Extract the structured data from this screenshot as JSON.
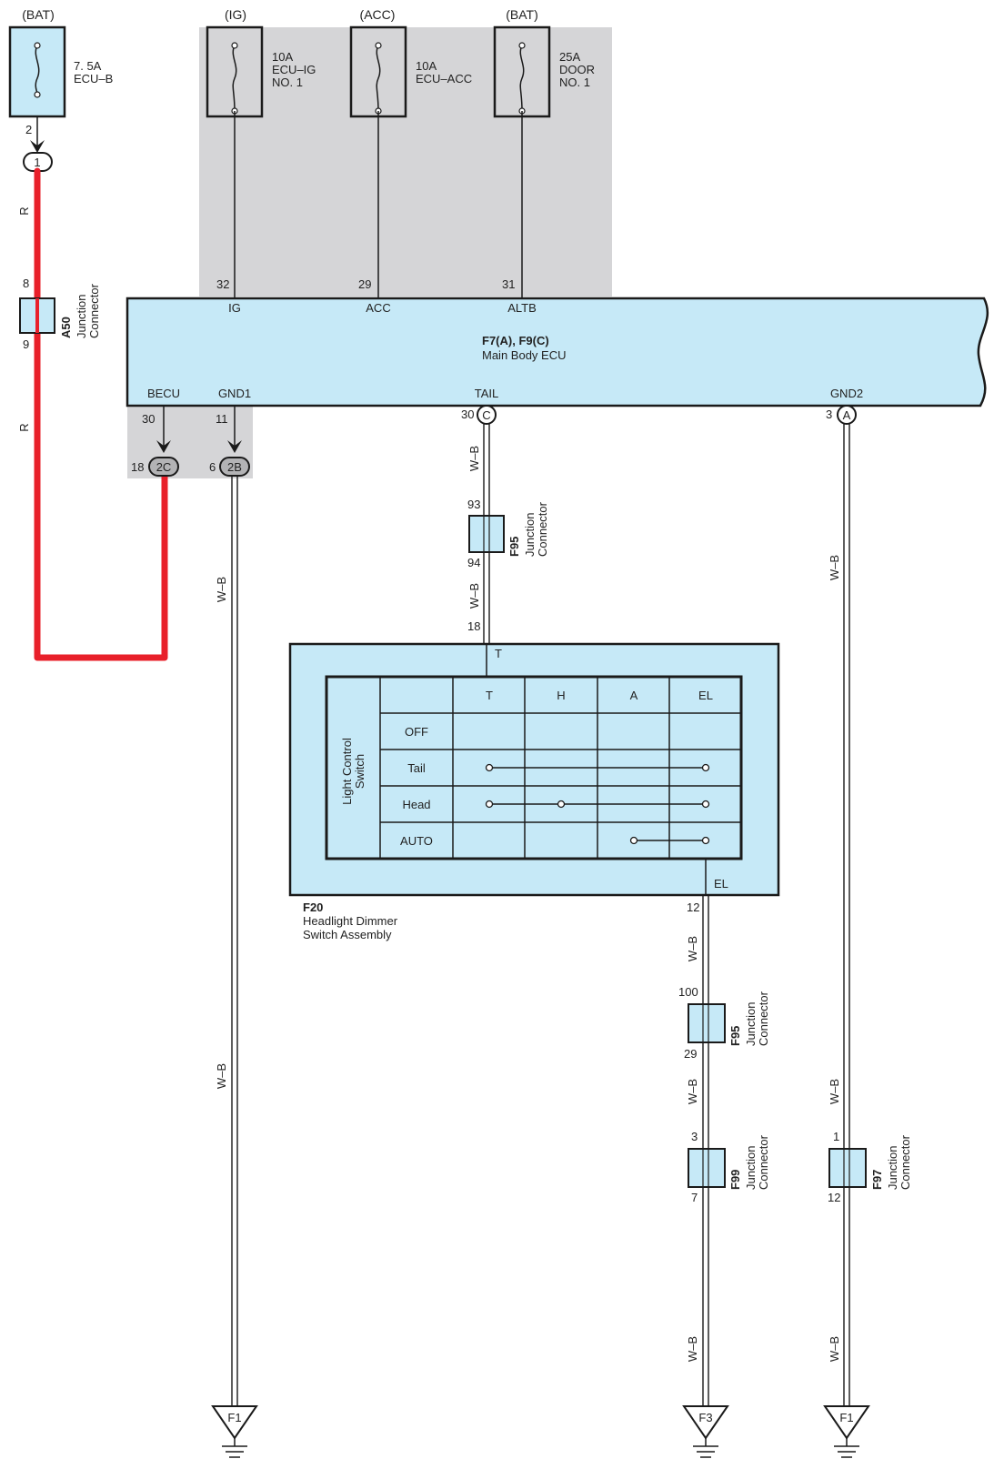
{
  "colors": {
    "component_fill": "#c6e9f7",
    "shade": "#d5d5d7",
    "red_wire": "#e8202a",
    "line": "#1a1a1a"
  },
  "fuses": [
    {
      "source": "(BAT)",
      "rating": "7. 5A",
      "name1": "ECU–B",
      "name2": "",
      "pin": "2"
    },
    {
      "source": "(IG)",
      "rating": "10A",
      "name1": "ECU–IG",
      "name2": "NO. 1",
      "pin": "32"
    },
    {
      "source": "(ACC)",
      "rating": "10A",
      "name1": "ECU–ACC",
      "name2": "",
      "pin": "29"
    },
    {
      "source": "(BAT)",
      "rating": "25A",
      "name1": "DOOR",
      "name2": "NO. 1",
      "pin": "31"
    }
  ],
  "ecu": {
    "id": "F7(A), F9(C)",
    "name": "Main Body ECU",
    "top_terminals": [
      "IG",
      "ACC",
      "ALTB"
    ],
    "bottom_terminals": [
      "BECU",
      "GND1",
      "TAIL",
      "GND2"
    ],
    "bottom_pins": [
      "30",
      "11",
      "30",
      "3"
    ],
    "bottom_connectors": [
      "C",
      "A"
    ]
  },
  "connectors": {
    "c1": "1",
    "c2c_pin": "18",
    "c2c": "2C",
    "c2b_pin": "6",
    "c2b": "2B"
  },
  "junctions": [
    {
      "id": "A50",
      "line1": "Junction",
      "line2": "Connector",
      "pin_in": "8",
      "pin_out": "9"
    },
    {
      "id": "F95",
      "line1": "Junction",
      "line2": "Connector",
      "pin_in": "93",
      "pin_out": "94"
    },
    {
      "id": "F95",
      "line1": "Junction",
      "line2": "Connector",
      "pin_in": "100",
      "pin_out": "29"
    },
    {
      "id": "F99",
      "line1": "Junction",
      "line2": "Connector",
      "pin_in": "3",
      "pin_out": "7"
    },
    {
      "id": "F97",
      "line1": "Junction",
      "line2": "Connector",
      "pin_in": "1",
      "pin_out": "12"
    }
  ],
  "wire_colors": {
    "red": "R",
    "wb": "W–B"
  },
  "switch": {
    "id": "F20",
    "name1": "Headlight Dimmer",
    "name2": "Switch Assembly",
    "table_title1": "Light Control",
    "table_title2": "Switch",
    "columns": [
      "T",
      "H",
      "A",
      "EL"
    ],
    "rows": [
      "OFF",
      "Tail",
      "Head",
      "AUTO"
    ],
    "terminal_t": "T",
    "pin_t": "18",
    "terminal_el": "EL",
    "pin_el": "12"
  },
  "grounds": [
    "F1",
    "F3",
    "F1"
  ]
}
